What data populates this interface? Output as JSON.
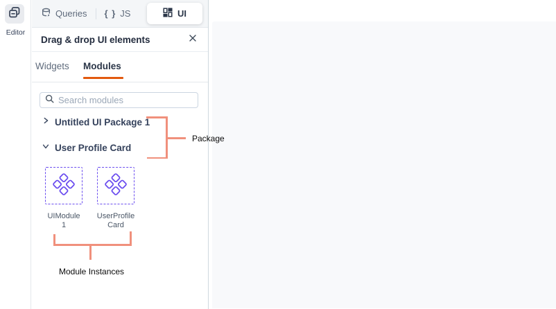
{
  "rail": {
    "editor_label": "Editor"
  },
  "topbar": {
    "queries_label": "Queries",
    "js_braces": "{ }",
    "js_label": "JS",
    "ui_label": "UI"
  },
  "panel": {
    "title": "Drag & drop UI elements",
    "tabs": {
      "widgets": "Widgets",
      "modules": "Modules",
      "active": "Modules"
    },
    "search": {
      "placeholder": "Search modules"
    },
    "tree": [
      {
        "label": "Untitled UI Package 1",
        "state": "collapsed"
      },
      {
        "label": "User Profile Card",
        "state": "expanded"
      }
    ],
    "module_cards": [
      {
        "label": "UIModule 1"
      },
      {
        "label": "UserProfileCard"
      }
    ]
  },
  "annotations": {
    "package_label": "Package",
    "module_instances_label": "Module Instances"
  },
  "colors": {
    "accent_orange": "#E2590E",
    "module_purple": "#6A4CEF",
    "annotation_salmon": "#F0907C",
    "canvas_bg": "#F8F9FB"
  }
}
